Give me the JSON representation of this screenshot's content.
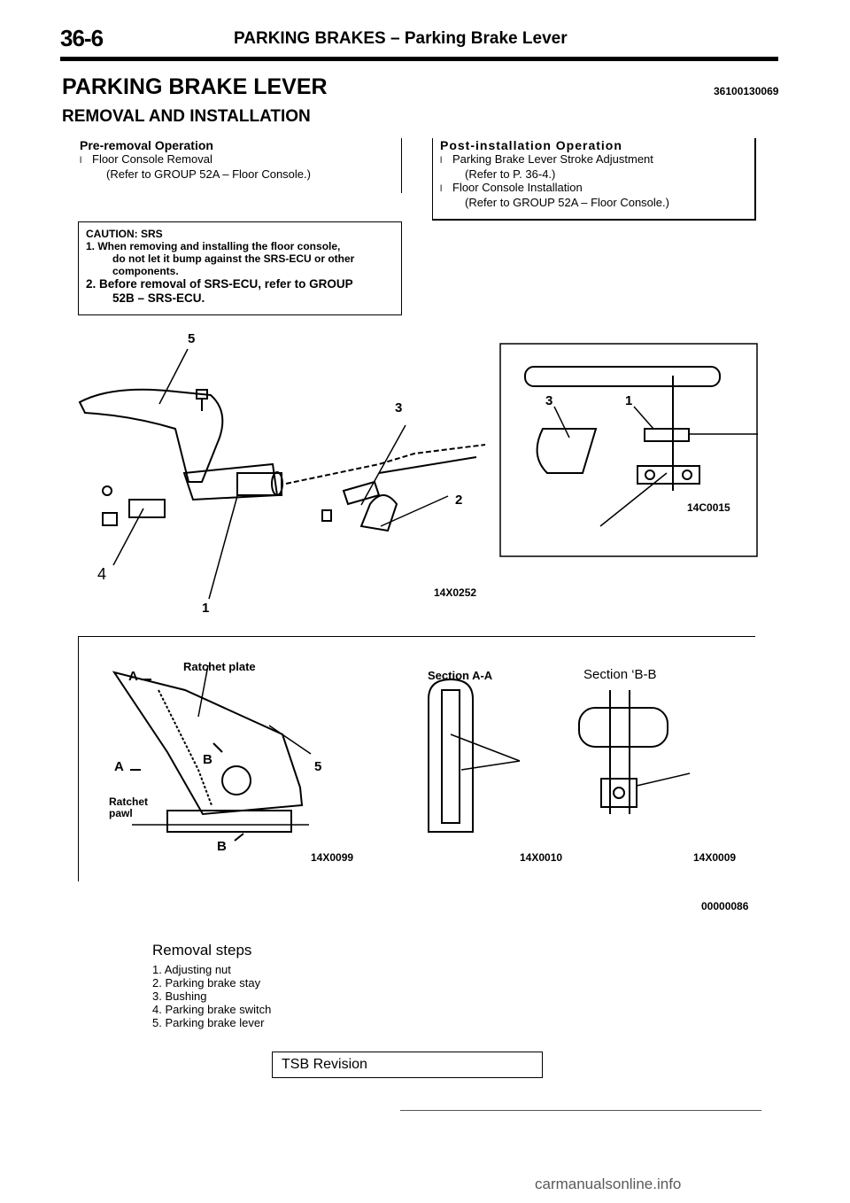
{
  "header": {
    "page_num": "36-6",
    "title": "PARKING BRAKES – Parking Brake Lever"
  },
  "page_title": "PARKING BRAKE LEVER",
  "page_code": "36100130069",
  "section_title": "REMOVAL AND INSTALLATION",
  "pre_removal": {
    "title": "Pre-removal Operation",
    "items": [
      "Floor Console Removal",
      "(Refer to GROUP 52A – Floor Console.)"
    ]
  },
  "post_installation": {
    "title": "Post-installation Operation",
    "items": [
      "Parking Brake Lever Stroke Adjustment",
      "(Refer to P. 36-4.)",
      "Floor Console Installation",
      "(Refer to GROUP 52A – Floor Console.)"
    ]
  },
  "caution": {
    "title": "CAUTION: SRS",
    "line1": "1.  When removing and installing the floor console,",
    "line2": "do not let it bump against the SRS-ECU or other",
    "line3": "components.",
    "line4": "2. Before removal of SRS-ECU, refer to GROUP",
    "line5": "52B – SRS-ECU."
  },
  "diagram1": {
    "callouts": [
      "5",
      "3",
      "2",
      "4",
      "1",
      "3",
      "1"
    ],
    "code_left": "14X0252",
    "code_right": "14C0015"
  },
  "diagram2": {
    "ratchet_plate": "Ratchet plate",
    "ratchet_pawl_1": "Ratchet",
    "ratchet_pawl_2": "pawl",
    "section_a": "Section A-A",
    "section_b": "Section ‘B-B",
    "letter_a": "A",
    "letter_b": "B",
    "callout_5": "5",
    "code_1": "14X0099",
    "code_2": "14X0010",
    "code_3": "14X0009"
  },
  "figure_code": "00000086",
  "removal_steps": {
    "title": "Removal steps",
    "items": [
      "1.  Adjusting  nut",
      "2.  Parking  brake  stay",
      "3.  Bushing",
      "4.  Parking  brake  switch",
      "5.  Parking  brake  lever"
    ]
  },
  "tsb_label": "TSB Revision",
  "watermark": "carmanualsonline.info"
}
